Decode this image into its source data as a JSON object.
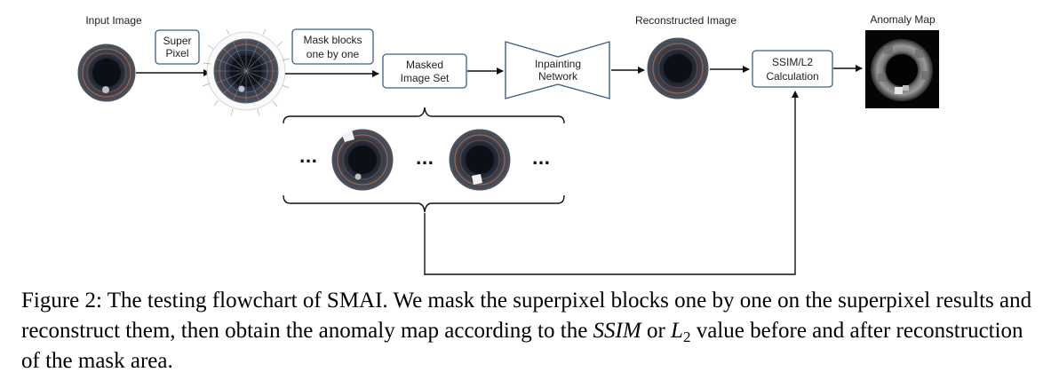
{
  "labels": {
    "input_image": "Input Image",
    "reconstructed_image": "Reconstructed Image",
    "anomaly_map": "Anomaly Map"
  },
  "boxes": {
    "super_pixel": [
      "Super",
      "Pixel"
    ],
    "mask_blocks": [
      "Mask blocks",
      "one by one"
    ],
    "masked_image_set": [
      "Masked",
      "Image Set"
    ],
    "inpainting_network": [
      "Inpainting",
      "Network"
    ],
    "ssim_calc": [
      "SSIM/L2",
      "Calculation"
    ]
  },
  "ellipsis": "...",
  "caption": {
    "prefix": "Figure 2: The testing flowchart of SMAI. We mask the superpixel blocks one by one on the superpixel results and reconstruct them, then obtain the anomaly map according to the ",
    "ssim": "SSIM",
    "or": " or ",
    "l": "L",
    "sub": "2",
    "suffix": " value before and after reconstruction of the mask area."
  },
  "colors": {
    "box_border": "#3e5f8a",
    "ring_orange": "#b86a3c",
    "disk_dark": "#2a2f3a"
  }
}
